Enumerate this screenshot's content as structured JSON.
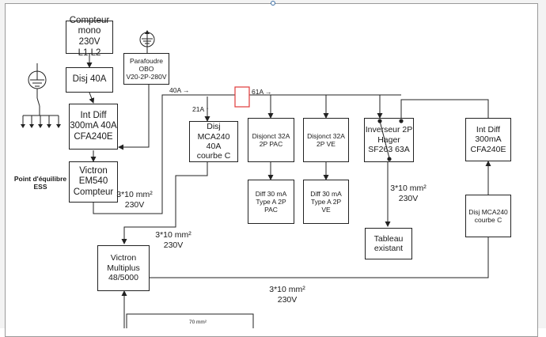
{
  "boxes": {
    "compteur": "Compteur\nmono 230V\nL1,L2",
    "disj40": "Disj 40A",
    "int_diff_left": "Int Diff\n300mA 40A\nCFA240E",
    "victron_em540": "Victron\nEM540\nCompteur",
    "parafoudre": "Parafoudre\nOBO\nV20-2P-280V",
    "disj_mca240": "Disj\nMCA240\n40A\ncourbe C",
    "disjonct_pac": "Disjonct 32A\n2P PAC",
    "diff_pac": "Diff 30 mA\nType A 2P\nPAC",
    "disjonct_ve": "Disjonct 32A\n2P VE",
    "diff_ve": "Diff 30 mA\nType A 2P\nVE",
    "inverseur": "Inverseur 2P\nHager\nSF263 63A",
    "tableau": "Tableau\nexistant",
    "int_diff_right": "Int Diff\n300mA\nCFA240E",
    "disj_mca240_right": "Disj MCA240\ncourbe C",
    "multiplus": "Victron\nMultiplus\n48/5000"
  },
  "labels": {
    "equilibre": "Point d'équilibre\nESS",
    "cable_em540": "3*10 mm²\n230V",
    "current_40a": "40A →",
    "current_21a": "21A ↑",
    "current_61a": "61A →",
    "cable_multiplus": "3*10 mm²\n230V",
    "cable_tableau": "3*10 mm²\n230V",
    "cable_bottom": "3*10 mm²\n230V",
    "cable_70": "70 mm²"
  },
  "icons": {
    "ground": "ground-symbol-icon",
    "parafoudre_ground": "surge-ground-icon"
  }
}
